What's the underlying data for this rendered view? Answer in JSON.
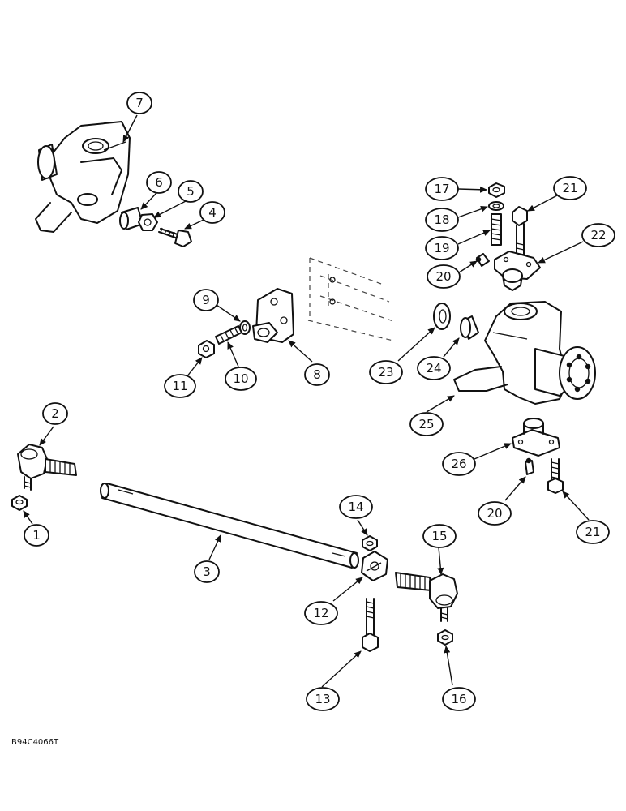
{
  "callouts": {
    "c1": "1",
    "c2": "2",
    "c3": "3",
    "c4": "4",
    "c5": "5",
    "c6": "6",
    "c7": "7",
    "c8": "8",
    "c9": "9",
    "c10": "10",
    "c11": "11",
    "c12": "12",
    "c13": "13",
    "c14": "14",
    "c15": "15",
    "c16": "16",
    "c17": "17",
    "c18": "18",
    "c19": "19",
    "c20a": "20",
    "c20b": "20",
    "c21a": "21",
    "c21b": "21",
    "c22": "22",
    "c23": "23",
    "c24": "24",
    "c25": "25",
    "c26": "26"
  },
  "drawing_code": "B94C4066T"
}
